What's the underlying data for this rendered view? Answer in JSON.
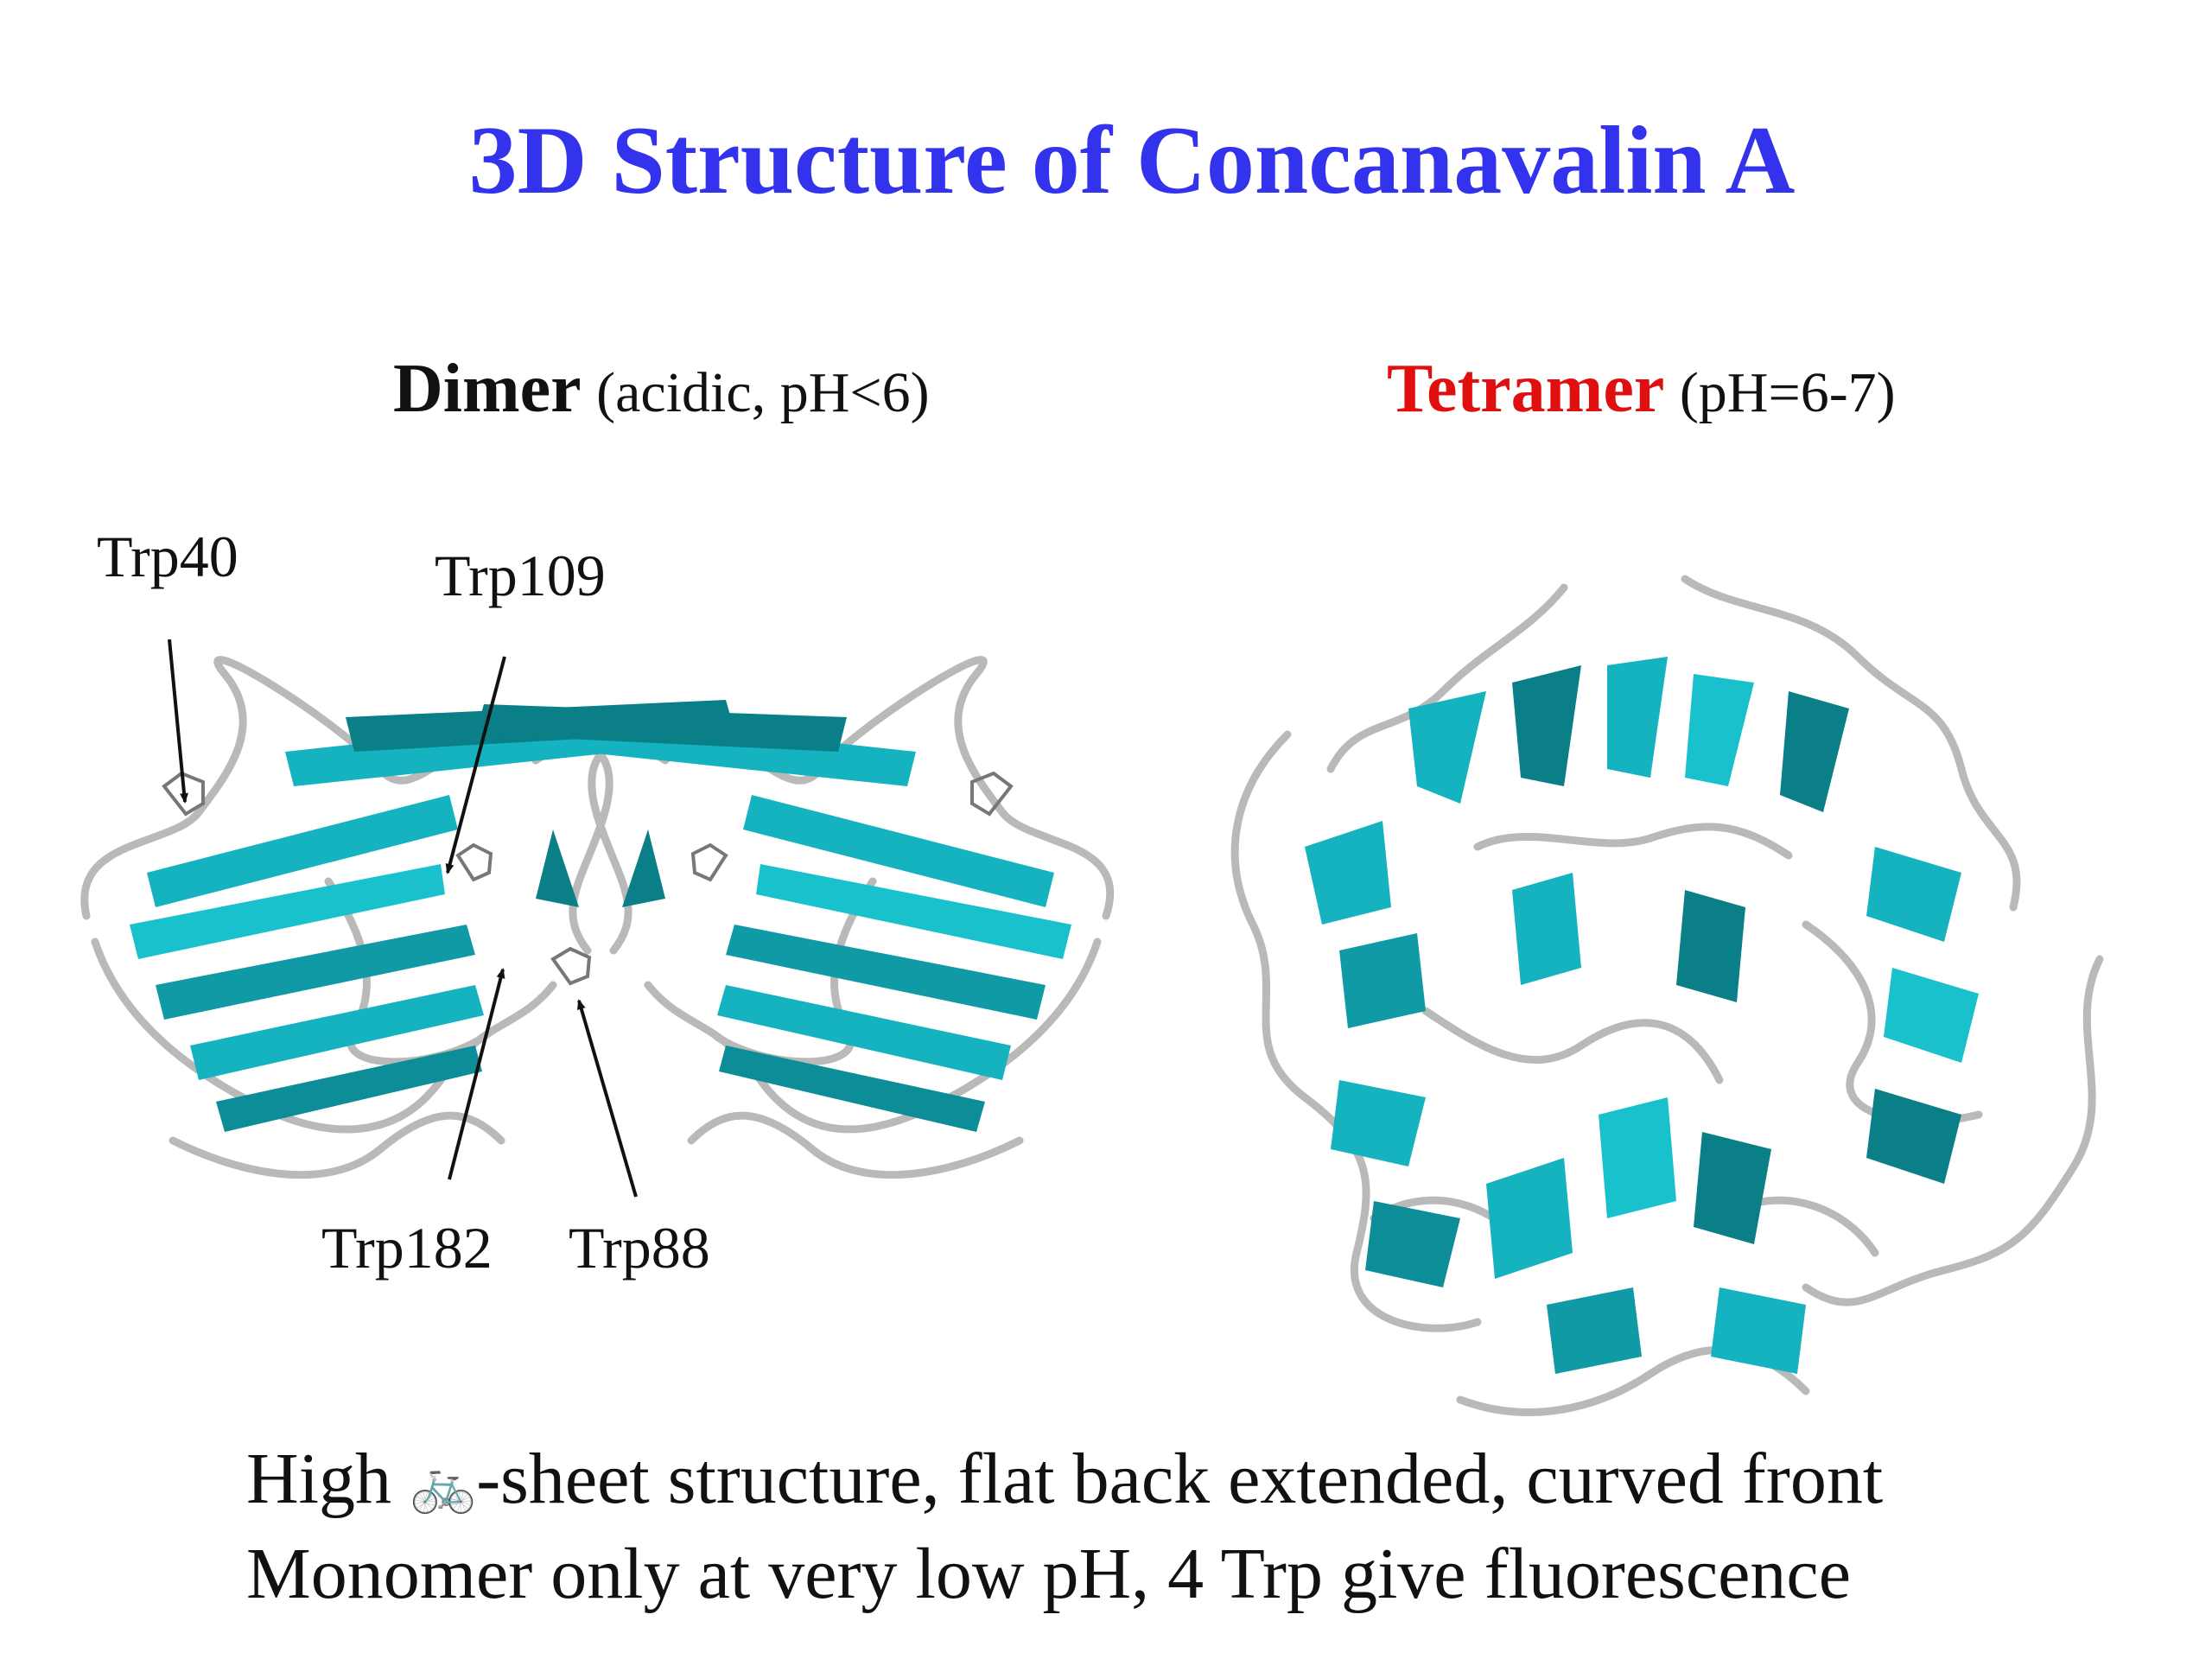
{
  "title": "3D Structure of Concanavalin A",
  "dimer": {
    "heading_strong": "Dimer",
    "heading_sub": "(acidic, pH<6)",
    "labels": {
      "trp40": "Trp40",
      "trp109": "Trp109",
      "trp182": "Trp182",
      "trp88": "Trp88"
    }
  },
  "tetramer": {
    "heading_strong": "Tetramer",
    "heading_sub": "(pH=6-7)"
  },
  "caption": {
    "line1_start": "High",
    "line1_symbol": "🚲",
    "line1_end": "-sheet structure, flat back extended, curved front",
    "line2": "Monomer only at very low pH, 4 Trp give fluorescence"
  },
  "colors": {
    "title": "#3333ee",
    "tetramer": "#e01010",
    "strand": "#14b3bf",
    "strand_dark": "#0a7f88",
    "coil": "#b9b9b9"
  }
}
